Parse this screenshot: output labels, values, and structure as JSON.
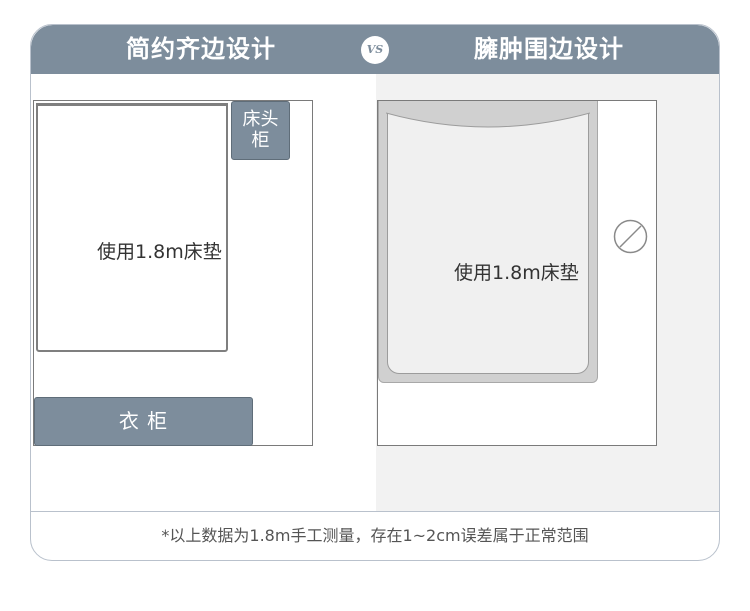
{
  "header": {
    "left_title": "简约齐边设计",
    "vs": "VS",
    "right_title": "臃肿围边设计"
  },
  "left_layout": {
    "mattress_label": "使用1.8m床垫",
    "nightstand_label": "床头柜",
    "nightstand_line1": "床头",
    "nightstand_line2": "柜",
    "wardrobe_label": "衣 柜"
  },
  "right_layout": {
    "mattress_label": "使用1.8m床垫",
    "icon": "prohibited-icon"
  },
  "footnote": "*以上数据为1.8m手工测量，存在1~2cm误差属于正常范围",
  "colors": {
    "accent": "#7d8d9c",
    "right_panel_bg": "#f2f2f2",
    "border": "#b9c1cc"
  }
}
